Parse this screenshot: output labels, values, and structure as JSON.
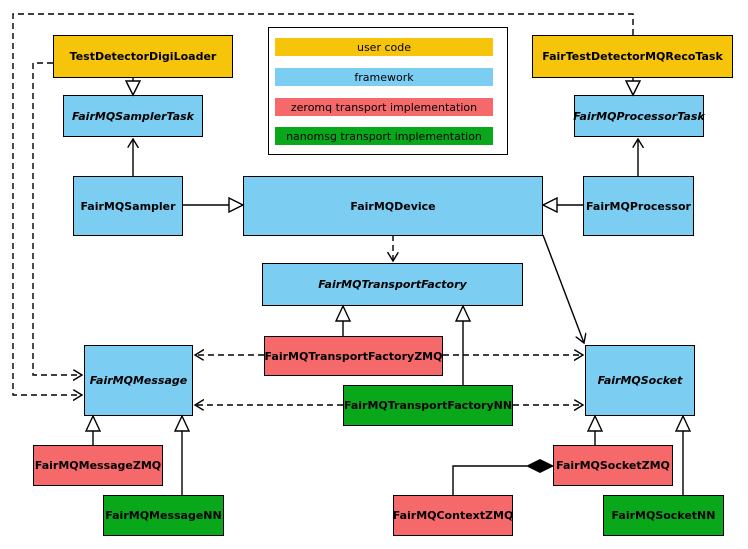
{
  "colors": {
    "user_code": "#F6C40A",
    "framework": "#7BCDF2",
    "zeromq": "#F5696B",
    "nanomsg": "#08A81A",
    "line": "#000000",
    "background": "#FFFFFF"
  },
  "legend": {
    "items": [
      {
        "label": "user code",
        "color": "#F6C40A"
      },
      {
        "label": "framework",
        "color": "#7BCDF2"
      },
      {
        "label": "zeromq transport implementation",
        "color": "#F5696B"
      },
      {
        "label": "nanomsg transport implementation",
        "color": "#08A81A"
      }
    ]
  },
  "nodes": {
    "testDetectorDigiLoader": {
      "label": "TestDetectorDigiLoader",
      "category": "user code",
      "abstract": false
    },
    "fairTestDetectorMQRecoTask": {
      "label": "FairTestDetectorMQRecoTask",
      "category": "user code",
      "abstract": false
    },
    "fairMQSamplerTask": {
      "label": "FairMQSamplerTask",
      "category": "framework",
      "abstract": true
    },
    "fairMQProcessorTask": {
      "label": "FairMQProcessorTask",
      "category": "framework",
      "abstract": true
    },
    "fairMQSampler": {
      "label": "FairMQSampler",
      "category": "framework",
      "abstract": false
    },
    "fairMQDevice": {
      "label": "FairMQDevice",
      "category": "framework",
      "abstract": false
    },
    "fairMQProcessor": {
      "label": "FairMQProcessor",
      "category": "framework",
      "abstract": false
    },
    "fairMQTransportFactory": {
      "label": "FairMQTransportFactory",
      "category": "framework",
      "abstract": true
    },
    "fairMQTransportFactoryZMQ": {
      "label": "FairMQTransportFactoryZMQ",
      "category": "zeromq",
      "abstract": false
    },
    "fairMQTransportFactoryNN": {
      "label": "FairMQTransportFactoryNN",
      "category": "nanomsg",
      "abstract": false
    },
    "fairMQMessage": {
      "label": "FairMQMessage",
      "category": "framework",
      "abstract": true
    },
    "fairMQSocket": {
      "label": "FairMQSocket",
      "category": "framework",
      "abstract": true
    },
    "fairMQMessageZMQ": {
      "label": "FairMQMessageZMQ",
      "category": "zeromq",
      "abstract": false
    },
    "fairMQMessageNN": {
      "label": "FairMQMessageNN",
      "category": "nanomsg",
      "abstract": false
    },
    "fairMQContextZMQ": {
      "label": "FairMQContextZMQ",
      "category": "zeromq",
      "abstract": false
    },
    "fairMQSocketZMQ": {
      "label": "FairMQSocketZMQ",
      "category": "zeromq",
      "abstract": false
    },
    "fairMQSocketNN": {
      "label": "FairMQSocketNN",
      "category": "nanomsg",
      "abstract": false
    }
  },
  "edges": [
    {
      "from": "TestDetectorDigiLoader",
      "to": "FairMQSamplerTask",
      "kind": "generalization",
      "style": "solid"
    },
    {
      "from": "FairTestDetectorMQRecoTask",
      "to": "FairMQProcessorTask",
      "kind": "generalization",
      "style": "solid"
    },
    {
      "from": "FairMQSampler",
      "to": "FairMQSamplerTask",
      "kind": "association",
      "style": "solid"
    },
    {
      "from": "FairMQProcessor",
      "to": "FairMQProcessorTask",
      "kind": "association",
      "style": "solid"
    },
    {
      "from": "FairMQSampler",
      "to": "FairMQDevice",
      "kind": "generalization",
      "style": "solid"
    },
    {
      "from": "FairMQProcessor",
      "to": "FairMQDevice",
      "kind": "generalization",
      "style": "solid"
    },
    {
      "from": "FairMQDevice",
      "to": "FairMQTransportFactory",
      "kind": "dependency",
      "style": "dashed"
    },
    {
      "from": "FairMQDevice",
      "to": "FairMQSocket",
      "kind": "association",
      "style": "solid"
    },
    {
      "from": "FairMQTransportFactoryZMQ",
      "to": "FairMQTransportFactory",
      "kind": "generalization",
      "style": "solid"
    },
    {
      "from": "FairMQTransportFactoryNN",
      "to": "FairMQTransportFactory",
      "kind": "generalization",
      "style": "solid"
    },
    {
      "from": "FairMQTransportFactoryZMQ",
      "to": "FairMQMessage",
      "kind": "dependency",
      "style": "dashed"
    },
    {
      "from": "FairMQTransportFactoryZMQ",
      "to": "FairMQSocket",
      "kind": "dependency",
      "style": "dashed"
    },
    {
      "from": "FairMQTransportFactoryNN",
      "to": "FairMQMessage",
      "kind": "dependency",
      "style": "dashed"
    },
    {
      "from": "FairMQTransportFactoryNN",
      "to": "FairMQSocket",
      "kind": "dependency",
      "style": "dashed"
    },
    {
      "from": "TestDetectorDigiLoader",
      "to": "FairMQMessage",
      "kind": "dependency",
      "style": "dashed"
    },
    {
      "from": "FairTestDetectorMQRecoTask",
      "to": "FairMQMessage",
      "kind": "dependency",
      "style": "dashed"
    },
    {
      "from": "FairMQMessageZMQ",
      "to": "FairMQMessage",
      "kind": "generalization",
      "style": "solid"
    },
    {
      "from": "FairMQMessageNN",
      "to": "FairMQMessage",
      "kind": "generalization",
      "style": "solid"
    },
    {
      "from": "FairMQSocketZMQ",
      "to": "FairMQSocket",
      "kind": "generalization",
      "style": "solid"
    },
    {
      "from": "FairMQSocketNN",
      "to": "FairMQSocket",
      "kind": "generalization",
      "style": "solid"
    },
    {
      "from": "FairMQContextZMQ",
      "to": "FairMQSocketZMQ",
      "kind": "composition",
      "style": "solid"
    }
  ]
}
